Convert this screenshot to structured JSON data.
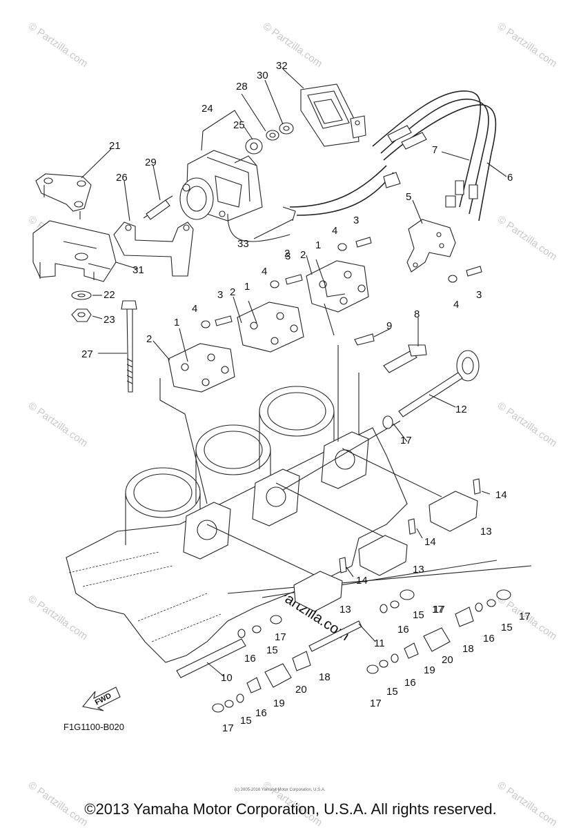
{
  "diagram_code": "F1G1100-B020",
  "fwd_label": "FWD",
  "watermark": {
    "small_text": "© Partzilla.com",
    "center_text": "© Partzilla.com"
  },
  "tiny_credit": "(c) 2005-2016 Yamaha Motor Corporation, U.S.A.",
  "copyright": "©2013 Yamaha Motor Corporation, U.S.A. All rights reserved.",
  "part_labels": [
    "1",
    "1",
    "1",
    "2",
    "2",
    "2",
    "2",
    "3",
    "3",
    "3",
    "3",
    "4",
    "4",
    "4",
    "4",
    "5",
    "6",
    "7",
    "8",
    "9",
    "10",
    "11",
    "12",
    "13",
    "13",
    "13",
    "14",
    "14",
    "14",
    "15",
    "15",
    "15",
    "15",
    "15",
    "16",
    "16",
    "16",
    "16",
    "16",
    "17",
    "17",
    "17",
    "17",
    "17",
    "17",
    "17",
    "18",
    "18",
    "19",
    "19",
    "20",
    "20",
    "21",
    "22",
    "23",
    "24",
    "25",
    "26",
    "27",
    "28",
    "29",
    "30",
    "31",
    "32",
    "33"
  ]
}
